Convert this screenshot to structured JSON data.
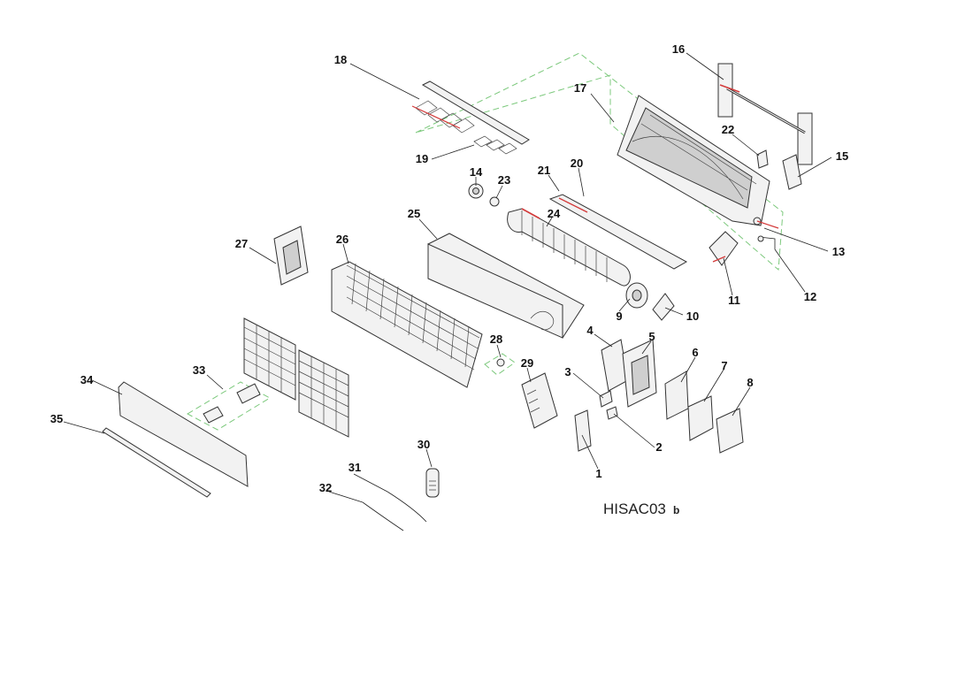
{
  "diagram_code": {
    "main": "HISAC03",
    "suffix": "b"
  },
  "colors": {
    "assembly_outline": "#7dc97d",
    "highlight": "#d33a3a",
    "line": "#333333"
  },
  "callouts": [
    {
      "number": "1"
    },
    {
      "number": "2"
    },
    {
      "number": "3"
    },
    {
      "number": "4"
    },
    {
      "number": "5"
    },
    {
      "number": "6"
    },
    {
      "number": "7"
    },
    {
      "number": "8"
    },
    {
      "number": "9"
    },
    {
      "number": "10"
    },
    {
      "number": "11"
    },
    {
      "number": "12"
    },
    {
      "number": "13"
    },
    {
      "number": "14"
    },
    {
      "number": "15"
    },
    {
      "number": "16"
    },
    {
      "number": "17"
    },
    {
      "number": "18"
    },
    {
      "number": "19"
    },
    {
      "number": "20"
    },
    {
      "number": "21"
    },
    {
      "number": "22"
    },
    {
      "number": "23"
    },
    {
      "number": "24"
    },
    {
      "number": "25"
    },
    {
      "number": "26"
    },
    {
      "number": "27"
    },
    {
      "number": "28"
    },
    {
      "number": "29"
    },
    {
      "number": "30"
    },
    {
      "number": "31"
    },
    {
      "number": "32"
    },
    {
      "number": "33"
    },
    {
      "number": "34"
    },
    {
      "number": "35"
    }
  ]
}
